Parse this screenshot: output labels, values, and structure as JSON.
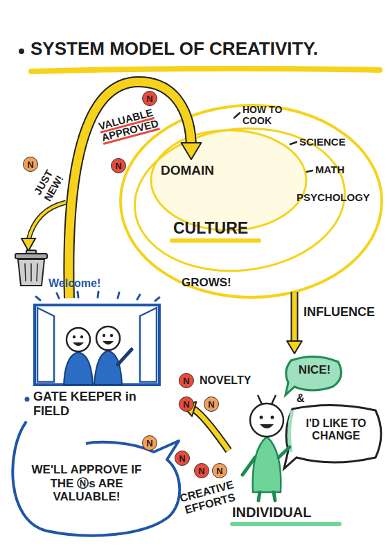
{
  "diagram": {
    "title": "SYSTEM MODEL OF CREATIVITY.",
    "nodes": [
      {
        "text": [
          "CULTURE"
        ]
      },
      {
        "text": [
          "DOMAIN"
        ],
        "in": 0
      },
      {
        "text": [
          "GATE KEEPER in FIELD",
          "WE'LL APPROVE IF THE Ⓝs ARE VALUABLE!"
        ]
      },
      {
        "text": [
          "NICE!",
          "&",
          "I'D LIKE TO CHANGE",
          "INDIVIDUAL"
        ]
      }
    ],
    "edges": [
      {
        "from": 0,
        "to": 3,
        "arrow": "to",
        "label": "INFLUENCE"
      },
      {
        "from": 3,
        "to": 2,
        "arrow": "to",
        "label": "CREATIVE EFFORTS"
      },
      {
        "from": 2,
        "to": 1,
        "arrow": "to",
        "label": "VALUABLE APPROVED"
      }
    ],
    "labels": [
      "N",
      "N",
      "N",
      "JUST NEW!",
      "HOW TO COOK",
      "SCIENCE",
      "MATH",
      "PSYCHOLOGY",
      "Welcome!",
      "GROWS!",
      "NOVELTY",
      "N",
      "N",
      "N",
      "N",
      "N",
      "N",
      "N"
    ]
  }
}
